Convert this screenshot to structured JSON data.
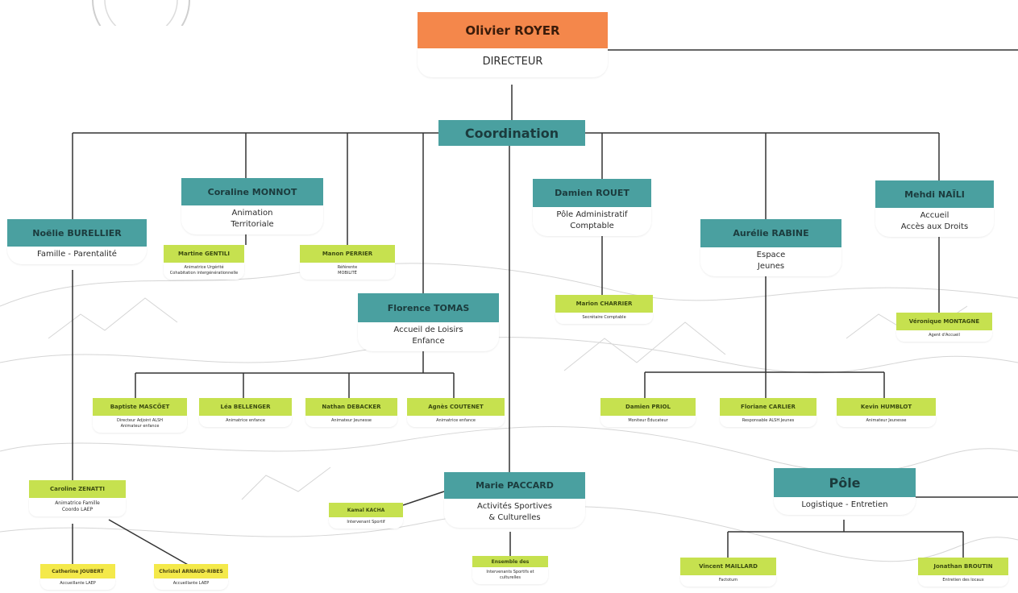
{
  "director": {
    "name": "Olivier ROYER",
    "role": "DIRECTEUR"
  },
  "coordination": {
    "title": "Coordination"
  },
  "managers": {
    "coraline": {
      "name": "Coraline MONNOT",
      "desc": [
        "Animation",
        "Territoriale"
      ]
    },
    "noelie": {
      "name": "Noëlie BURELLIER",
      "desc": [
        "Famille - Parentalité"
      ]
    },
    "damien_rouet": {
      "name": "Damien ROUET",
      "desc": [
        "Pôle Administratif",
        "Comptable"
      ]
    },
    "mehdi": {
      "name": "Mehdi NAÏLI",
      "desc": [
        "Accueil",
        "Accès aux Droits"
      ]
    },
    "aurelie": {
      "name": "Aurélie RABINE",
      "desc": [
        "Espace",
        "Jeunes"
      ]
    },
    "florence": {
      "name": "Florence TOMAS",
      "desc": [
        "Accueil de Loisirs",
        "Enfance"
      ]
    },
    "marie": {
      "name": "Marie PACCARD",
      "desc": [
        "Activités Sportives",
        "& Culturelles"
      ]
    },
    "pole": {
      "name": "Pôle",
      "desc": [
        "Logistique - Entretien"
      ]
    }
  },
  "staff": {
    "martine": {
      "name": "Martine GENTILI",
      "desc": [
        "Animatrice Urgérité",
        "Cohabitation intergénérationnelle"
      ]
    },
    "manon": {
      "name": "Manon PERRIER",
      "desc": [
        "Référente",
        "MOBILITÉ"
      ]
    },
    "marion": {
      "name": "Marion CHARRIER",
      "desc": [
        "Secrétaire Comptable"
      ]
    },
    "veronique": {
      "name": "Véronique MONTAGNE",
      "desc": [
        "Agent d'Accueil"
      ]
    },
    "baptiste": {
      "name": "Baptiste MASCÖET",
      "desc": [
        "Directeur Adjoint ALSH",
        "Animateur enfance"
      ]
    },
    "lea": {
      "name": "Léa BELLENGER",
      "desc": [
        "Animatrice enfance"
      ]
    },
    "nathan": {
      "name": "Nathan DEBACKER",
      "desc": [
        "Animateur Jeunesse"
      ]
    },
    "agnes": {
      "name": "Agnès COUTENET",
      "desc": [
        "Animatrice enfance"
      ]
    },
    "damien_priol": {
      "name": "Damien PRIOL",
      "desc": [
        "Moniteur Éducateur"
      ]
    },
    "floriane": {
      "name": "Floriane CARLIER",
      "desc": [
        "Responsable ALSH Jeunes"
      ]
    },
    "kevin": {
      "name": "Kevin HUMBLOT",
      "desc": [
        "Animateur Jeunesse"
      ]
    },
    "caroline": {
      "name": "Caroline ZENATTI",
      "desc": [
        "Animatrice Famille",
        "Coordo LAEP"
      ]
    },
    "kamal": {
      "name": "Kamal KACHA",
      "desc": [
        "Intervenant Sportif"
      ]
    },
    "ensemble": {
      "name": "Ensemble des",
      "desc": [
        "Intervenants Sportifs et",
        "culturelles"
      ]
    },
    "vincent": {
      "name": "Vincent MAILLARD",
      "desc": [
        "Factotum"
      ]
    },
    "jonathan": {
      "name": "Jonathan BROUTIN",
      "desc": [
        "Entretien des locaux"
      ]
    },
    "catherine": {
      "name": "Catherine JOUBERT",
      "desc": [
        "Accueillante LAEP"
      ]
    },
    "christel": {
      "name": "Christel ARNAUD-RIBES",
      "desc": [
        "Accueillante LAEP"
      ]
    }
  },
  "colors": {
    "orange": "#f4874b",
    "teal": "#4aa0a0",
    "lime": "#c6e14f",
    "yellow": "#f4e94a",
    "line": "#333333"
  }
}
